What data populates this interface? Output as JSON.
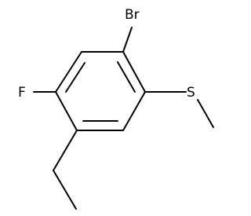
{
  "molecule": {
    "atoms": {
      "bromine": "Br",
      "fluorine": "F",
      "sulfur": "S"
    },
    "colors": {
      "bond": "#000000",
      "text": "#000000",
      "background": "#ffffff"
    }
  }
}
